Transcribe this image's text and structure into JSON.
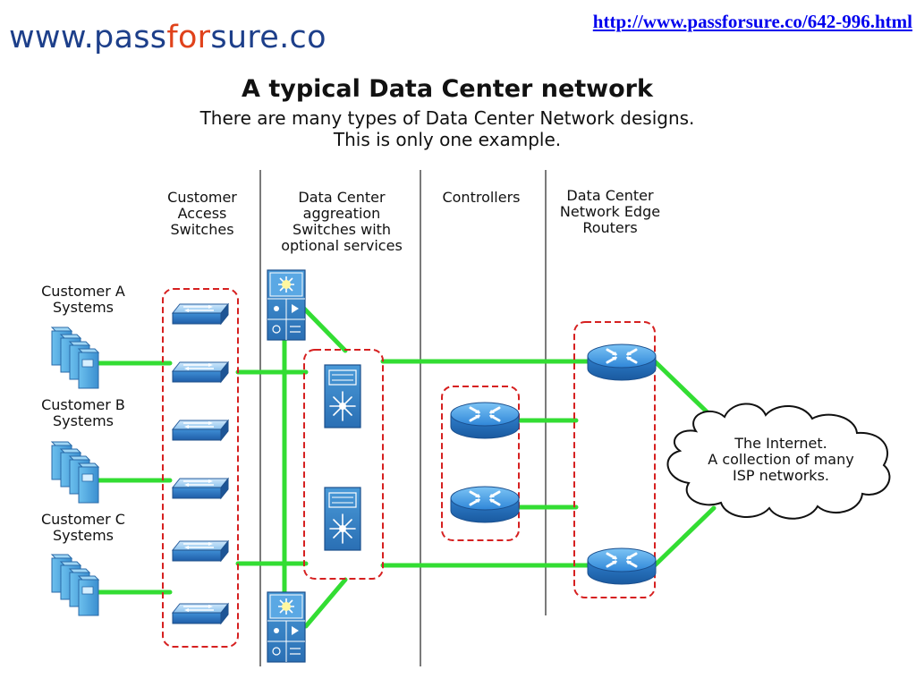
{
  "header": {
    "url": "http://www.passforsure.co/642-996.html",
    "logo_prefix": "www.pass",
    "logo_accent": "for",
    "logo_suffix": "sure.co"
  },
  "diagram": {
    "title": "A typical Data Center network",
    "subtitle_line1": "There are many types of Data Center Network designs.",
    "subtitle_line2": "This is only one example.",
    "columns": [
      {
        "lines": [
          "Customer",
          "Access",
          "Switches"
        ]
      },
      {
        "lines": [
          "Data Center",
          "aggreation",
          "Switches with",
          "optional services"
        ]
      },
      {
        "lines": [
          "Controllers"
        ]
      },
      {
        "lines": [
          "Data Center",
          "Network Edge",
          "Routers"
        ]
      }
    ],
    "customers": [
      {
        "lines": [
          "Customer A",
          "Systems"
        ]
      },
      {
        "lines": [
          "Customer B",
          "Systems"
        ]
      },
      {
        "lines": [
          "Customer C",
          "Systems"
        ]
      }
    ],
    "cloud": {
      "lines": [
        "The Internet.",
        "A collection of many",
        "ISP networks."
      ]
    }
  },
  "colors": {
    "link": "#33dd33",
    "group_border": "#d62020",
    "device_blue": "#3f8fd6",
    "logo_blue": "#1d3f8a",
    "logo_accent": "#e0421b",
    "url": "#0000ee"
  },
  "icons": [
    "server-stack-icon",
    "access-switch-icon",
    "aggregation-switch-icon",
    "service-module-icon",
    "router-icon",
    "cloud-icon"
  ]
}
